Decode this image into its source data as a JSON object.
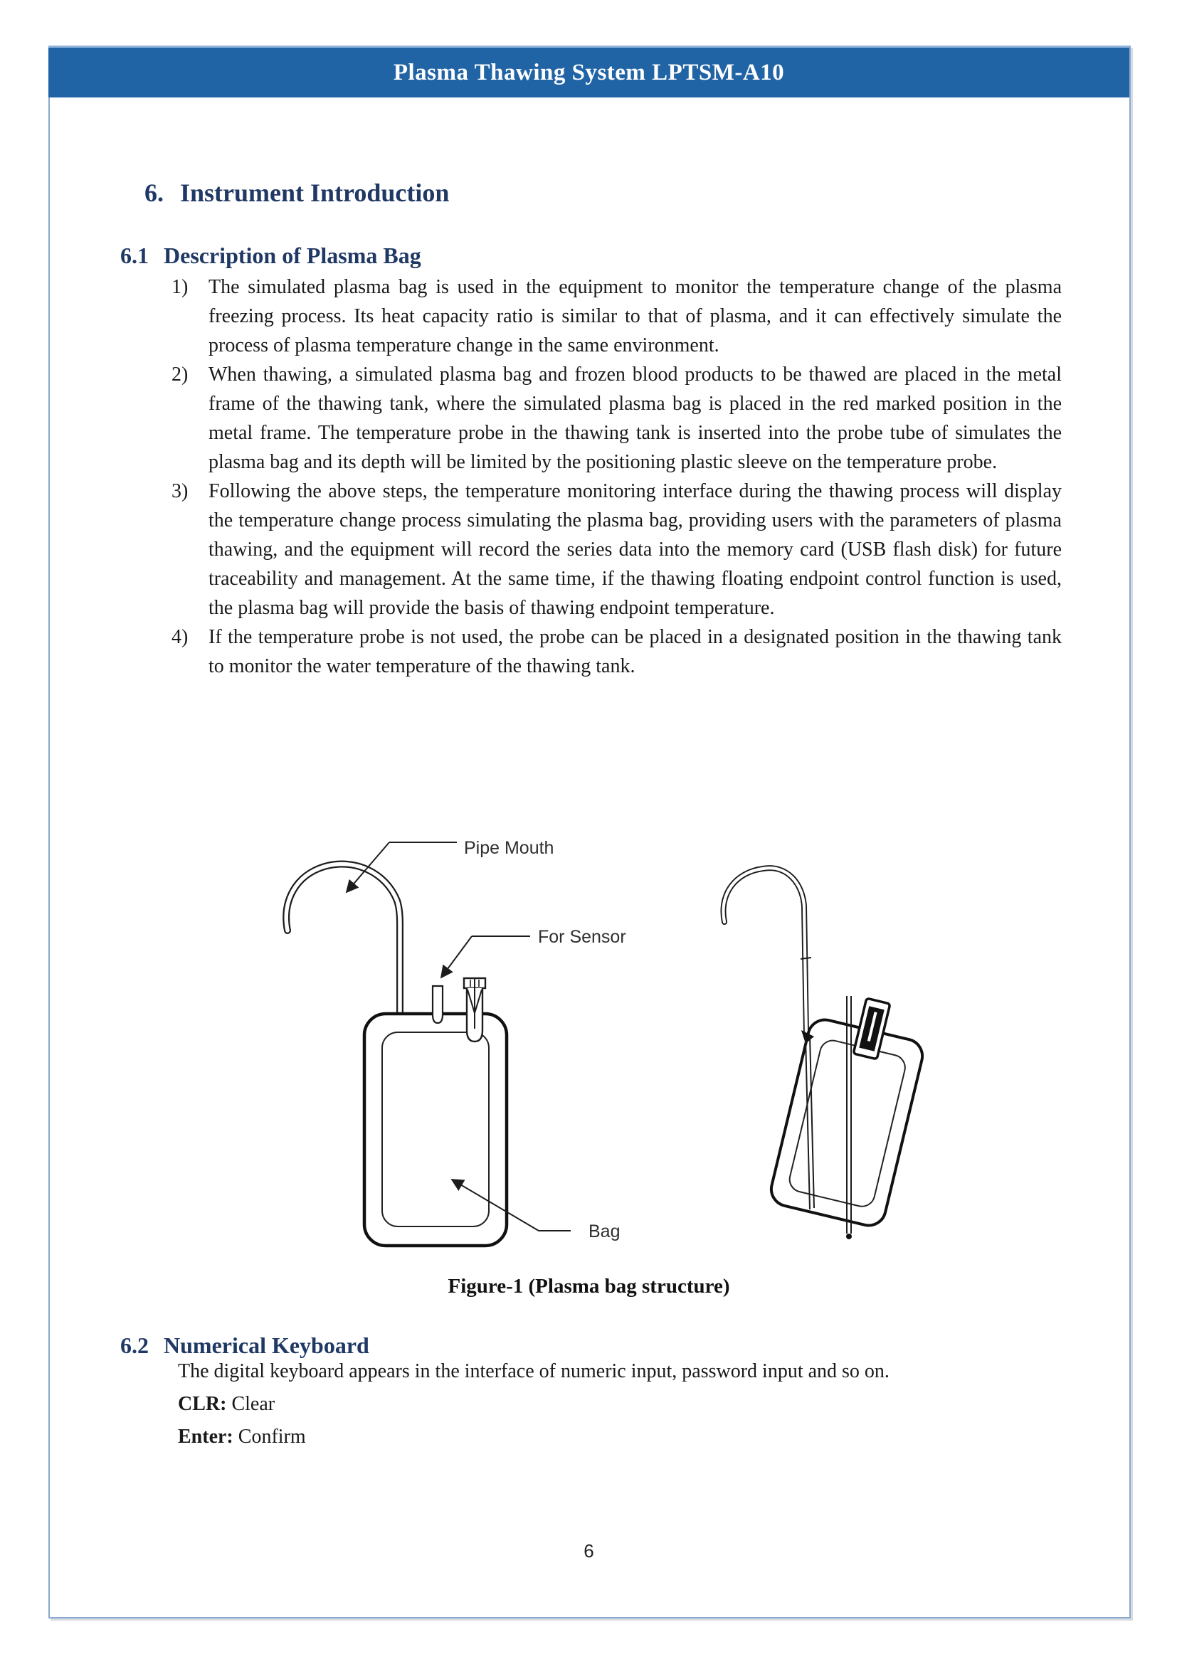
{
  "header": {
    "title": "Plasma Thawing System LPTSM-A10"
  },
  "colors": {
    "banner_bg": "#2164a6",
    "banner_topline": "#93b5dc",
    "frame_border": "#8aa9cf",
    "heading_navy": "#1f3864",
    "body_text": "#1a1a1a"
  },
  "section6": {
    "number": "6.",
    "title": "Instrument Introduction"
  },
  "section61": {
    "number": "6.1",
    "title": "Description of Plasma Bag",
    "items": [
      {
        "number": "1)",
        "text": "The simulated plasma bag is used in the equipment to monitor the temperature change of the plasma freezing process. Its heat capacity ratio is similar to that of plasma, and it can effectively simulate the process of plasma temperature change in the same environment."
      },
      {
        "number": "2)",
        "text": "When thawing, a simulated plasma bag and frozen blood products to be thawed are placed in the metal frame of the thawing tank, where the simulated plasma bag is placed in the red marked position in the metal frame. The temperature probe in the thawing tank is inserted into the probe tube of simulates the plasma bag and its depth will be limited by the positioning plastic sleeve on the temperature probe."
      },
      {
        "number": "3)",
        "text": "Following the above steps, the temperature monitoring interface during the thawing process will display the temperature change process simulating the plasma bag, providing users with the parameters of plasma thawing, and the equipment will record the series data into the memory card (USB flash disk) for future traceability and management. At the same time, if the thawing floating endpoint control function is used, the plasma bag will provide the basis of thawing endpoint temperature."
      },
      {
        "number": "4)",
        "text": "If the temperature probe is not used, the probe can be placed in a designated position in the thawing tank to monitor the water temperature of the thawing tank."
      }
    ]
  },
  "figure": {
    "labels": {
      "pipe_mouth": "Pipe Mouth",
      "for_sensor": "For Sensor",
      "bag": "Bag"
    },
    "caption": "Figure-1 (Plasma bag structure)"
  },
  "section62": {
    "number": "6.2",
    "title": "Numerical Keyboard",
    "body": "The digital keyboard appears in the interface of numeric input, password input and so on.",
    "clr_label": "CLR:",
    "clr_value": " Clear",
    "enter_label": "Enter:",
    "enter_value": " Confirm"
  },
  "footer": {
    "page_number": "6"
  }
}
